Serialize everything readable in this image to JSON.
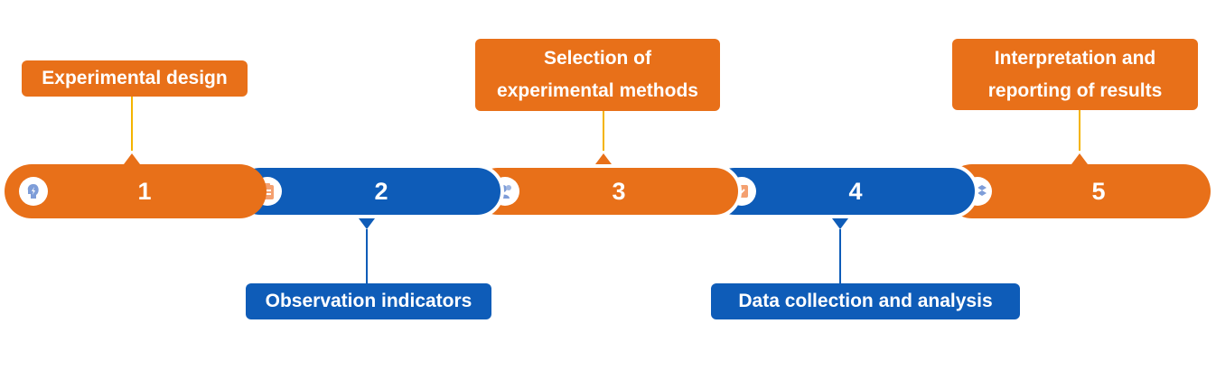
{
  "steps": [
    {
      "number": "1",
      "label": "Experimental design",
      "icon": "lightbulb-head-icon",
      "color": "#E87019"
    },
    {
      "number": "2",
      "label": "Observation indicators",
      "icon": "clipboard-icon",
      "color": "#0E5CB8"
    },
    {
      "number": "3",
      "label_line1": "Selection of",
      "label_line2": "experimental methods",
      "icon": "people-icon",
      "color": "#E87019"
    },
    {
      "number": "4",
      "label": "Data collection and analysis",
      "icon": "box-tray-icon",
      "color": "#0E5CB8"
    },
    {
      "number": "5",
      "label_line1": "Interpretation and",
      "label_line2": "reporting of results",
      "icon": "dropbox-icon",
      "color": "#E87019"
    }
  ],
  "colors": {
    "orange": "#E87019",
    "blue": "#0E5CB8",
    "connector_yellow": "#F4B400",
    "icon_orange": "#F4A070",
    "icon_blue": "#7E9DD8"
  }
}
